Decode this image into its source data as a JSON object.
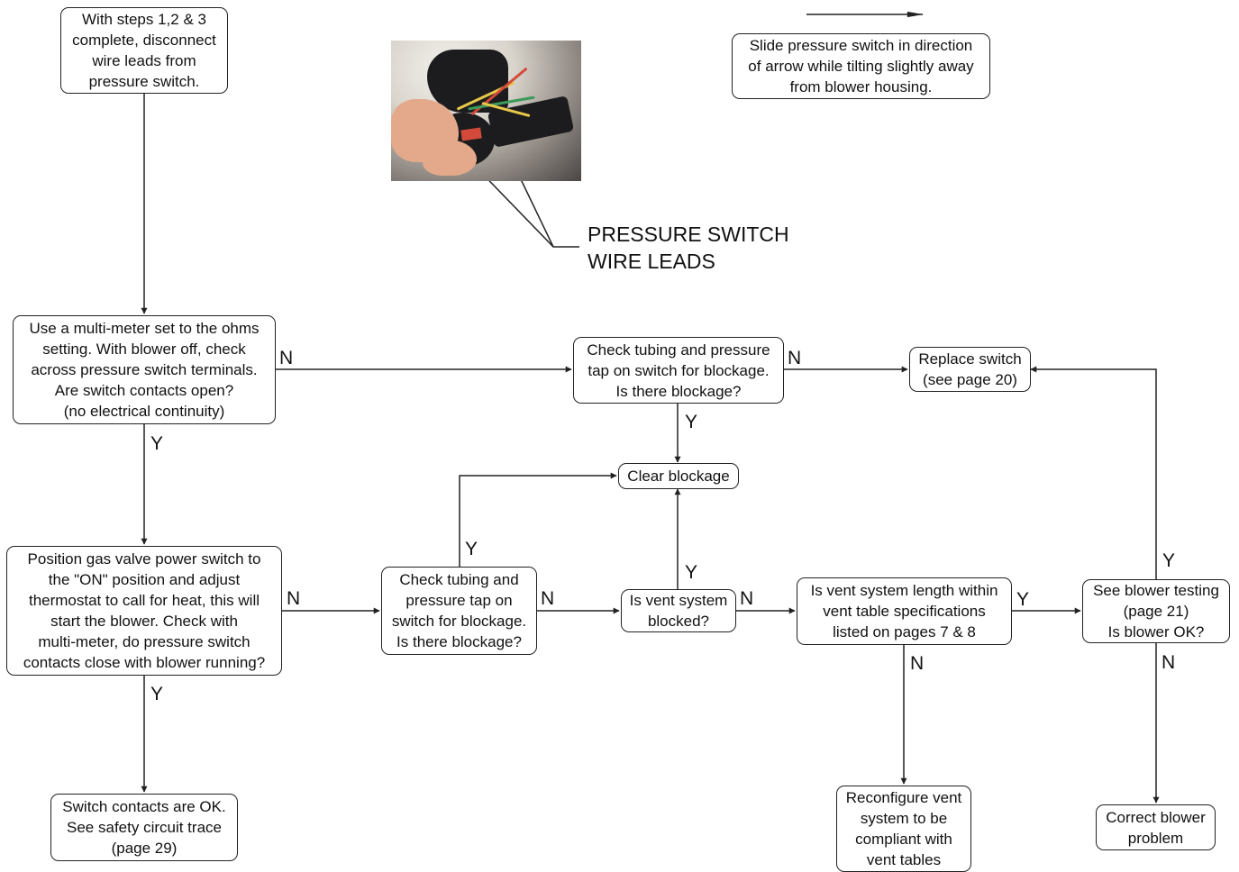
{
  "photo": {
    "icon": "pressure-switch-photo",
    "colors": [
      "#1c1c1e",
      "#e3a98a",
      "#e8c84a",
      "#d44a3a",
      "#3a9a5a"
    ]
  },
  "caption": {
    "text": "PRESSURE SWITCH\nWIRE LEADS"
  },
  "nodes": {
    "start": "With steps 1,2 & 3\ncomplete, disconnect\nwire leads from\npressure switch.",
    "slide": "Slide pressure switch in direction\nof arrow while tilting slightly away\nfrom blower housing.",
    "ohms": "Use a multi-meter set to the ohms\nsetting.  With blower off, check\nacross pressure switch terminals.\nAre switch contacts open?\n(no electrical continuity)",
    "tubing_top": "Check tubing and pressure\ntap on switch for blockage.\nIs there blockage?",
    "replace": "Replace switch\n(see page 20)",
    "clear": "Clear blockage",
    "gas_valve": "Position gas valve power switch to\nthe \"ON\" position and adjust\nthermostat to call for heat, this will\nstart the blower.  Check with\nmulti-meter, do pressure switch\ncontacts close with blower running?",
    "tubing_mid": "Check tubing and\npressure tap on\nswitch for blockage.\nIs there blockage?",
    "vent_blocked": "Is vent system\nblocked?",
    "vent_length": "Is vent system length within\nvent table specifications\nlisted on pages 7 & 8",
    "blower": "See blower testing\n(page 21)\nIs blower OK?",
    "contacts_ok": "Switch contacts are OK.\nSee safety circuit trace\n(page 29)",
    "reconfigure": "Reconfigure vent\nsystem to be\ncompliant with\nvent tables",
    "correct_blower": "Correct blower\nproblem"
  },
  "labels": {
    "ohms_no": "N",
    "ohms_yes": "Y",
    "tubing_top_no": "N",
    "tubing_top_yes": "Y",
    "gas_no": "N",
    "gas_yes": "Y",
    "tubing_mid_no": "N",
    "tubing_mid_yes": "Y",
    "vent_blocked_no": "N",
    "vent_blocked_yes": "Y",
    "vent_length_yes": "Y",
    "vent_length_no": "N",
    "blower_yes": "Y",
    "blower_no": "N"
  }
}
